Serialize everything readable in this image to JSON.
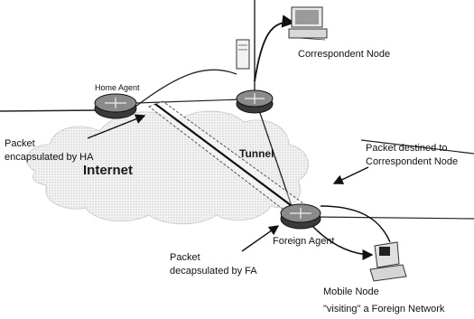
{
  "diagram": {
    "title": "",
    "nodes": {
      "home_agent": "Home Agent",
      "correspondent_node": "Correspondent Node",
      "foreign_agent": "Foreign Agent",
      "mobile_node_line1": "Mobile Node",
      "mobile_node_line2": "\"visiting\" a Foreign Network"
    },
    "regions": {
      "internet": "Internet",
      "tunnel": "Tunnel"
    },
    "annotations": {
      "encap_line1": "Packet",
      "encap_line2": "encapsulated by HA",
      "decap_line1": "Packet",
      "decap_line2": "decapsulated by FA",
      "dest_line1": "Packet destined to",
      "dest_line2": "Correspondent Node"
    }
  }
}
